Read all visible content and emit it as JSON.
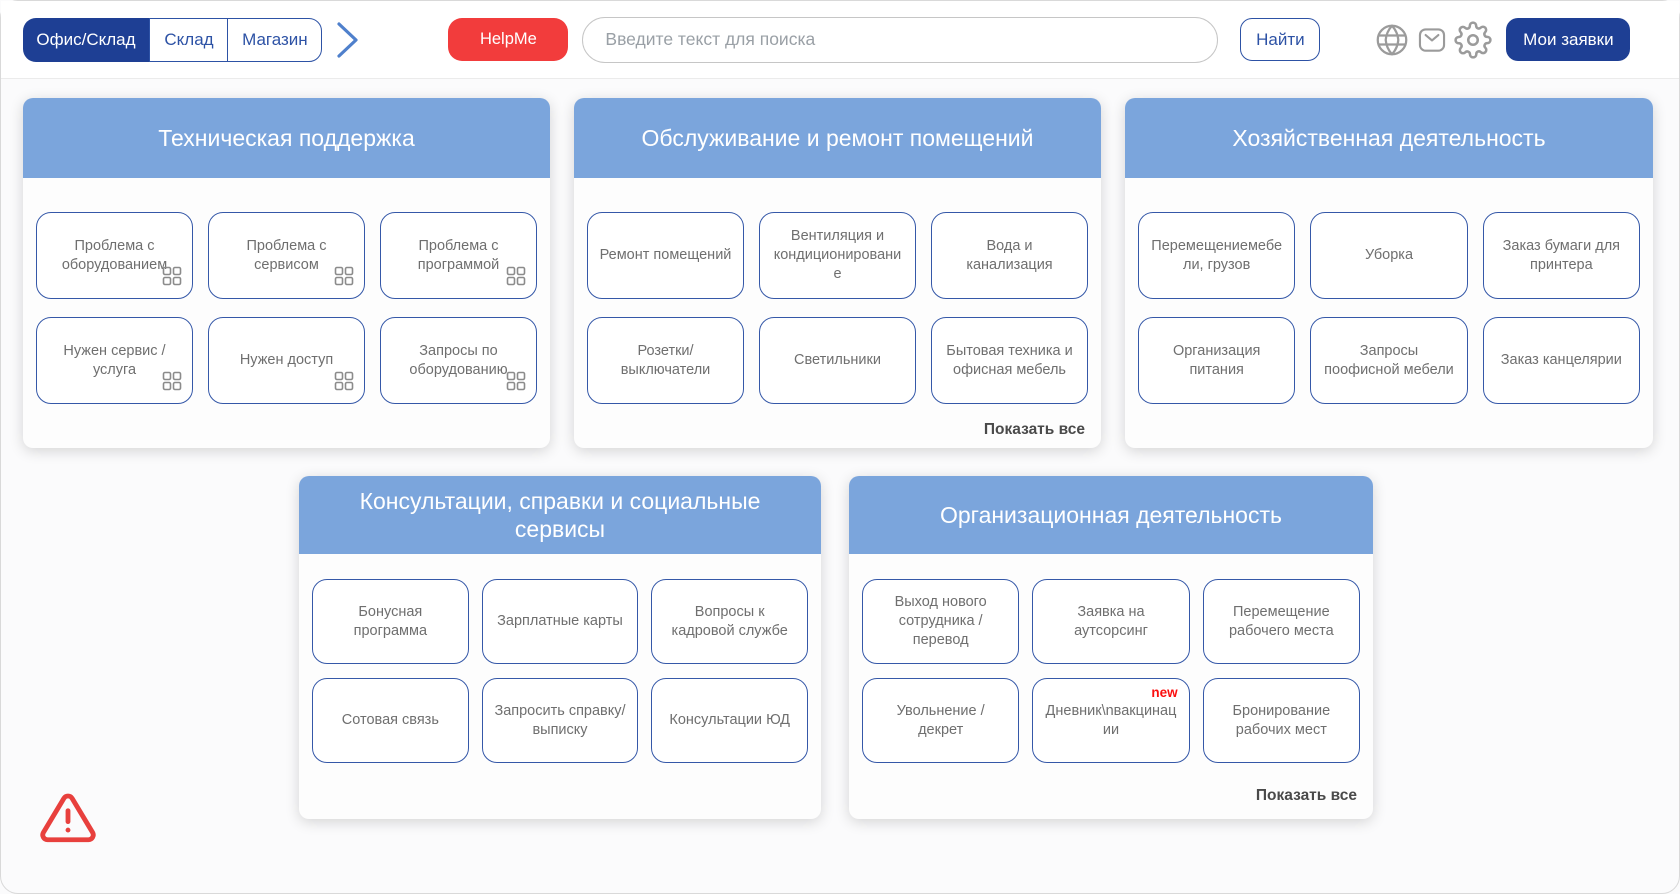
{
  "topbar": {
    "segments": [
      {
        "label": "Офис/Склад",
        "active": true
      },
      {
        "label": "Склад",
        "active": false
      },
      {
        "label": "Магазин",
        "active": false
      }
    ],
    "helpme_label": "HelpMe",
    "search_placeholder": "Введите текст для поиска",
    "search_value": "",
    "find_label": "Найти",
    "icons": [
      "globe-icon",
      "mail-icon",
      "gear-icon"
    ],
    "my_requests_label": "Мои заявки"
  },
  "colors": {
    "accent_dark_blue": "#1e3f94",
    "accent_blue_border": "#2d52a5",
    "card_header_blue": "#7ba5dc",
    "helpme_red": "#f23c3c",
    "badge_red": "#fb0f0f",
    "warning_red": "#e8403d",
    "tile_text_gray": "#6f6f6f"
  },
  "cards": [
    {
      "title": "Техническая поддержка",
      "buttons": [
        {
          "label": "Проблема с оборудованием",
          "grid_icon": true
        },
        {
          "label": "Проблема с сервисом",
          "grid_icon": true
        },
        {
          "label": "Проблема с программой",
          "grid_icon": true
        },
        {
          "label": "Нужен сервис / услуга",
          "grid_icon": true
        },
        {
          "label": "Нужен доступ",
          "grid_icon": true
        },
        {
          "label": "Запросы по оборудованию",
          "grid_icon": true
        }
      ]
    },
    {
      "title": "Обслуживание и ремонт помещений",
      "show_all": "Показать все",
      "buttons": [
        {
          "label": "Ремонт помещений"
        },
        {
          "label": "Вентиляция и кондиционирование"
        },
        {
          "label": "Вода и канализация"
        },
        {
          "label": "Розетки/ выключатели"
        },
        {
          "label": "Светильники"
        },
        {
          "label": "Бытовая техника и офисная мебель"
        }
      ]
    },
    {
      "title": "Хозяйственная деятельность",
      "buttons": [
        {
          "label": "Перемещениемебели, грузов"
        },
        {
          "label": "Уборка"
        },
        {
          "label": "Заказ бумаги для принтера"
        },
        {
          "label": "Организация питания"
        },
        {
          "label": "Запросы поофисной мебели"
        },
        {
          "label": "Заказ канцелярии"
        }
      ]
    },
    {
      "title": "Консультации, справки и социальные сервисы",
      "buttons": [
        {
          "label": "Бонусная программа"
        },
        {
          "label": "Зарплатные карты"
        },
        {
          "label": "Вопросы к кадровой службе"
        },
        {
          "label": "Сотовая связь"
        },
        {
          "label": "Запросить справку/ выписку"
        },
        {
          "label": "Консультации ЮД"
        }
      ]
    },
    {
      "title": "Организационная деятельность",
      "show_all": "Показать все",
      "buttons": [
        {
          "label": "Выход нового сотрудника / перевод"
        },
        {
          "label": "Заявка на аутсорсинг"
        },
        {
          "label": "Перемещение рабочего места"
        },
        {
          "label": "Увольнение / декрет"
        },
        {
          "label": "Дневник\\nвакцинации",
          "badge": "new"
        },
        {
          "label": "Бронирование рабочих мест"
        }
      ]
    }
  ]
}
